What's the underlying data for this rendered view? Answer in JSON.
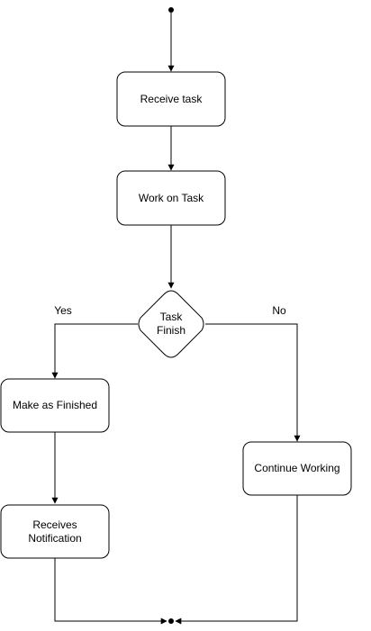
{
  "diagram": {
    "nodes": {
      "receive_task": {
        "label": "Receive task"
      },
      "work_on_task": {
        "label": "Work on Task"
      },
      "task_finish": {
        "label_line1": "Task",
        "label_line2": "Finish"
      },
      "make_as_finished": {
        "label": "Make as Finished"
      },
      "receives_notification": {
        "label_line1": "Receives",
        "label_line2": "Notification"
      },
      "continue_working": {
        "label": "Continue Working"
      }
    },
    "edges": {
      "yes_label": "Yes",
      "no_label": "No"
    }
  },
  "colors": {
    "stroke": "#000000",
    "fill": "#ffffff",
    "text": "#000000"
  }
}
